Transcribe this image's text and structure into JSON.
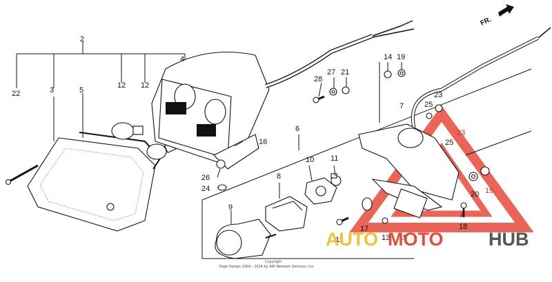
{
  "direction_label": "FR.",
  "part_numbers": {
    "p2": "2",
    "p3": "3",
    "p4": "4",
    "p5": "5",
    "p6": "6",
    "p7": "7",
    "p8": "8",
    "p9": "9",
    "p10": "10",
    "p11a": "11",
    "p11b": "11",
    "p12a": "12",
    "p12b": "12",
    "p13": "13",
    "p14": "14",
    "p15": "15",
    "p16": "16",
    "p17": "17",
    "p18": "18",
    "p19a": "19",
    "p19b": "19",
    "p20": "20",
    "p21": "21",
    "p22": "22",
    "p23a": "23",
    "p23b": "23",
    "p24": "24",
    "p25a": "25",
    "p25b": "25",
    "p26a": "26",
    "p26b": "26",
    "p27": "27",
    "p28": "28"
  },
  "copyright": {
    "line1": "Copyright",
    "line2": "Page Design 2004 - 2024 by ARI Network Services, Inc."
  },
  "watermark": {
    "auto": "AUTO",
    "moto": "MOTO",
    "hub": "HUB",
    "colors": {
      "auto": "#f2c13a",
      "moto": "#e84a3c",
      "hub": "#555555",
      "triangle": "#e84a3c"
    }
  }
}
